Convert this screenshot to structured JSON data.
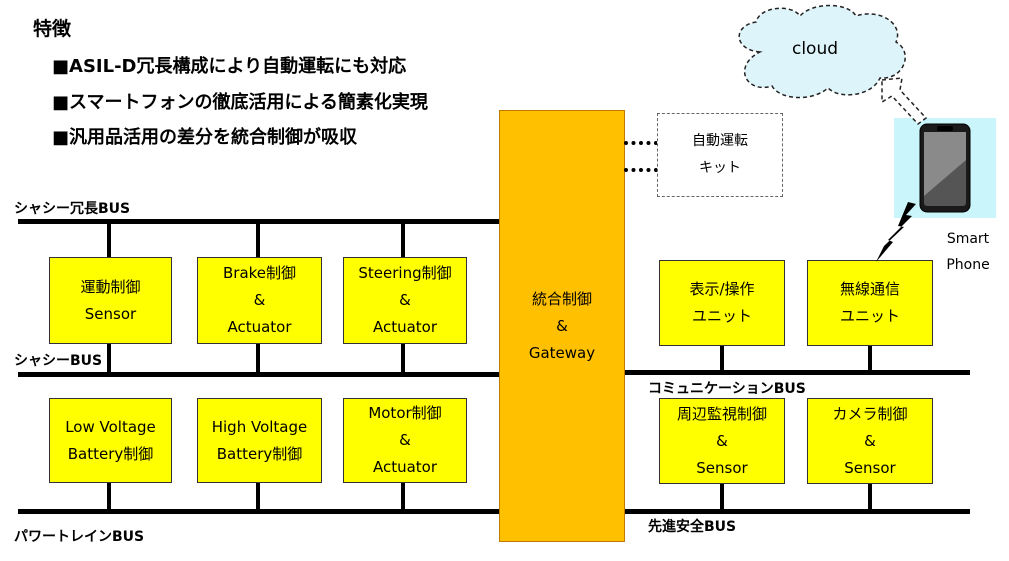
{
  "heading": "特徴",
  "features": [
    "■ASIL-D冗長構成により自動運転にも対応",
    "■スマートフォンの徹底活用による簡素化実現",
    "■汎用品活用の差分を統合制御が吸収"
  ],
  "buses": {
    "chassis_redundant": "シャシー冗長BUS",
    "chassis": "シャシーBUS",
    "powertrain": "パワートレインBUS",
    "communication": "コミュニケーションBUS",
    "adas": "先進安全BUS"
  },
  "boxes": {
    "motion": [
      "運動制御",
      "Sensor"
    ],
    "brake": [
      "Brake制御",
      "&",
      "Actuator"
    ],
    "steering": [
      "Steering制御",
      "&",
      "Actuator"
    ],
    "low_voltage": [
      "Low Voltage",
      "Battery制御"
    ],
    "high_voltage": [
      "High Voltage",
      "Battery制御"
    ],
    "motor": [
      "Motor制御",
      "&",
      "Actuator"
    ],
    "display": [
      "表示/操作",
      "ユニット"
    ],
    "wireless": [
      "無線通信",
      "ユニット"
    ],
    "surround": [
      "周辺監視制御",
      "&",
      "Sensor"
    ],
    "camera": [
      "カメラ制御",
      "&",
      "Sensor"
    ]
  },
  "gateway": [
    "統合制御",
    "&",
    "Gateway"
  ],
  "kit": [
    "自動運転",
    "キット"
  ],
  "cloud": "cloud",
  "smartphone": [
    "Smart",
    "Phone"
  ],
  "colors": {
    "box": "#ffff00",
    "gateway": "#ffc000",
    "cloud": "#ddf4fb",
    "phone_bg": "#c9f5fb"
  },
  "icons": [
    "cloud-icon",
    "smartphone-icon",
    "lightning-icon",
    "double-arrow-icon"
  ]
}
